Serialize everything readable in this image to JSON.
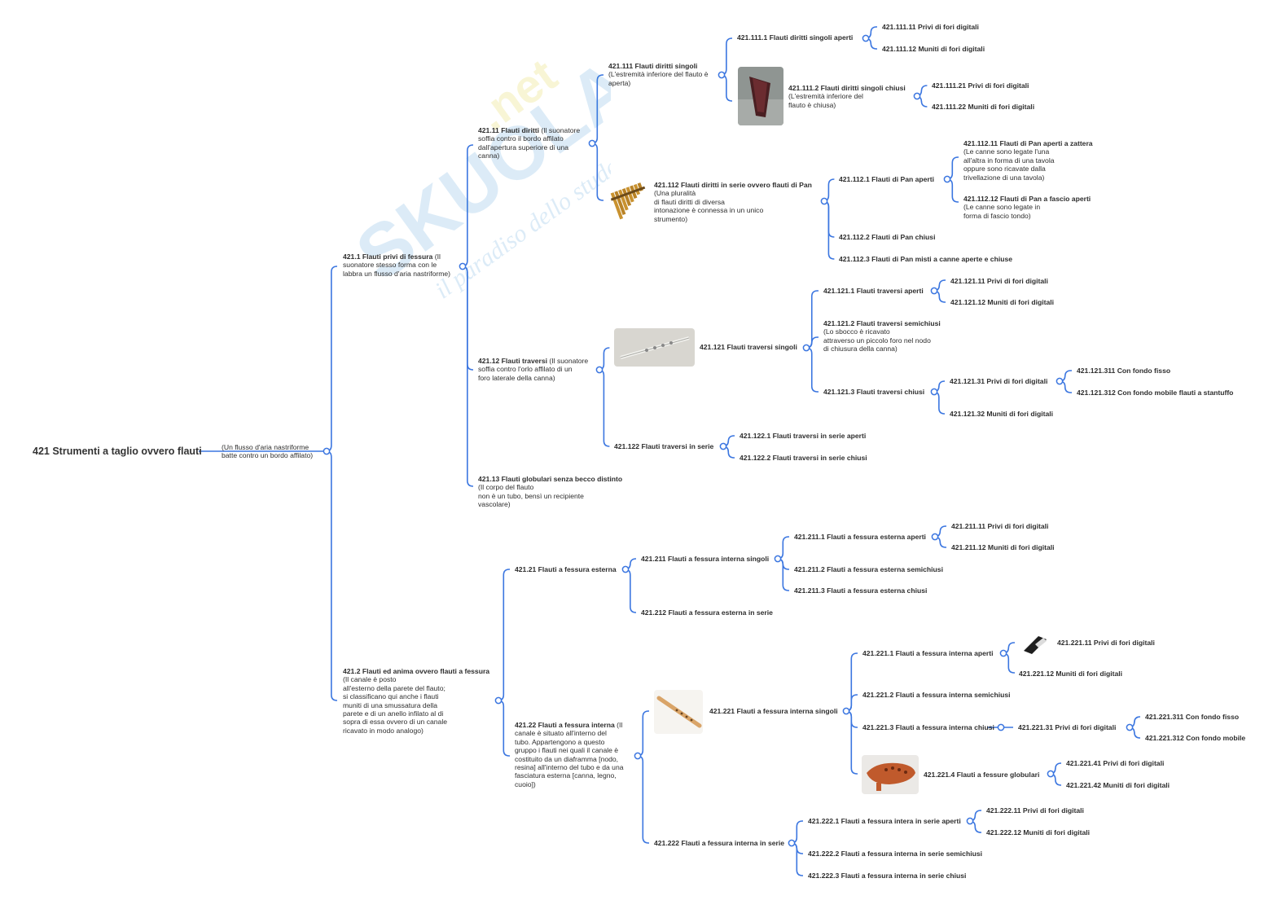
{
  "root": {
    "title": "421 Strumenti a taglio ovvero flauti",
    "desc": [
      "(Un flusso d'aria nastriforme",
      "batte contro un bordo affilato)"
    ]
  },
  "watermark": {
    "brand": "SKUOLA",
    "tld": ".net",
    "tagline": "il paradiso dello studente"
  },
  "nodes": {
    "n421_1": {
      "title": "421.1 Flauti privi di fessura",
      "desc": [
        " (Il",
        "suonatore stesso forma con le",
        "labbra un flusso d'aria nastriforme)"
      ]
    },
    "n421_11": {
      "title": "421.11 Flauti diritti",
      "desc": [
        " (Il suonatore",
        "soffia contro il bordo affilato",
        "dall'apertura superiore di una",
        "canna)"
      ]
    },
    "n421_111": {
      "title": "421.111 Flauti diritti singoli",
      "desc": [
        "(L'estremità inferiore del flauto è",
        "aperta)"
      ]
    },
    "n421_111_1": {
      "title": "421.111.1 Flauti diritti singoli aperti",
      "desc": []
    },
    "n421_111_11": {
      "title": "421.111.11 Privi di fori digitali",
      "desc": []
    },
    "n421_111_12": {
      "title": "421.111.12 Muniti di fori digitali",
      "desc": []
    },
    "n421_111_2": {
      "title": "421.111.2 Flauti diritti singoli chiusi",
      "desc": [
        "(L'estremità inferiore del",
        "flauto è chiusa)"
      ]
    },
    "n421_111_21": {
      "title": "421.111.21 Privi di fori digitali",
      "desc": []
    },
    "n421_111_22": {
      "title": "421.111.22 Muniti di fori digitali",
      "desc": []
    },
    "n421_112": {
      "title": "421.112 Flauti diritti in serie ovvero flauti di Pan",
      "desc": [
        "(Una pluralità",
        "di flauti diritti di diversa",
        "intonazione è connessa in un unico",
        "strumento)"
      ]
    },
    "n421_112_1": {
      "title": "421.112.1 Flauti di Pan aperti",
      "desc": []
    },
    "n421_112_11": {
      "title": "421.112.11 Flauti di Pan aperti a zattera",
      "desc": [
        "(Le canne sono legate l'una",
        "all'altra in forma di una tavola",
        "oppure sono ricavate dalla",
        "trivellazione di una tavola)"
      ]
    },
    "n421_112_12": {
      "title": "421.112.12 Flauti di Pan a fascio aperti",
      "desc": [
        "(Le canne sono legate in",
        "forma di fascio tondo)"
      ]
    },
    "n421_112_2": {
      "title": "421.112.2 Flauti di Pan chiusi",
      "desc": []
    },
    "n421_112_3": {
      "title": "421.112.3 Flauti di Pan misti a canne aperte e chiuse",
      "desc": []
    },
    "n421_12": {
      "title": "421.12 Flauti traversi",
      "desc": [
        " (Il suonatore",
        "soffia contro l'orlo affilato di un",
        "foro laterale della canna)"
      ]
    },
    "n421_121": {
      "title": "421.121 Flauti traversi singoli",
      "desc": []
    },
    "n421_121_1": {
      "title": "421.121.1 Flauti traversi aperti",
      "desc": []
    },
    "n421_121_11": {
      "title": "421.121.11 Privi di fori digitali",
      "desc": []
    },
    "n421_121_12": {
      "title": "421.121.12 Muniti di fori digitali",
      "desc": []
    },
    "n421_121_2": {
      "title": "421.121.2 Flauti traversi semichiusi",
      "desc": [
        "(Lo sbocco è ricavato",
        "attraverso un piccolo foro nel nodo",
        "di chiusura della canna)"
      ]
    },
    "n421_121_3": {
      "title": "421.121.3 Flauti traversi chiusi",
      "desc": []
    },
    "n421_121_31": {
      "title": "421.121.31 Privi di fori digitali",
      "desc": []
    },
    "n421_121_311": {
      "title": "421.121.311 Con fondo fisso",
      "desc": []
    },
    "n421_121_312": {
      "title": "421.121.312 Con fondo mobile flauti a stantuffo",
      "desc": []
    },
    "n421_121_32": {
      "title": "421.121.32 Muniti di fori digitali",
      "desc": []
    },
    "n421_122": {
      "title": "421.122 Flauti traversi in serie",
      "desc": []
    },
    "n421_122_1": {
      "title": "421.122.1 Flauti traversi in serie aperti",
      "desc": []
    },
    "n421_122_2": {
      "title": "421.122.2 Flauti traversi in serie chiusi",
      "desc": []
    },
    "n421_13": {
      "title": "421.13 Flauti globulari senza becco distinto",
      "desc": [
        "(Il corpo del flauto",
        "non è un tubo, bensì un recipiente",
        "vascolare)"
      ]
    },
    "n421_2": {
      "title": "421.2 Flauti ed anima ovvero flauti a fessura",
      "desc": [
        "(Il canale è posto",
        "all'esterno della parete del flauto;",
        "si classificano qui anche i flauti",
        "muniti di una smussatura della",
        "parete e di un anello infilato al di",
        "sopra di essa ovvero di un canale",
        "ricavato in modo analogo)"
      ]
    },
    "n421_21": {
      "title": "421.21 Flauti a fessura esterna",
      "desc": []
    },
    "n421_211": {
      "title": "421.211 Flauti a fessura interna singoli",
      "desc": []
    },
    "n421_211_1": {
      "title": "421.211.1 Flauti a fessura esterna aperti",
      "desc": []
    },
    "n421_211_11": {
      "title": "421.211.11 Privi di fori digitali",
      "desc": []
    },
    "n421_211_12": {
      "title": "421.211.12 Muniti di fori digitali",
      "desc": []
    },
    "n421_211_2": {
      "title": "421.211.2 Flauti a fessura esterna semichiusi",
      "desc": []
    },
    "n421_211_3": {
      "title": "421.211.3 Flauti a fessura esterna chiusi",
      "desc": []
    },
    "n421_212": {
      "title": "421.212 Flauti a fessura esterna in serie",
      "desc": []
    },
    "n421_22": {
      "title": "421.22 Flauti a fessura interna",
      "desc": [
        " (Il",
        "canale è situato all'interno del",
        "tubo. Appartengono a questo",
        "gruppo i flauti nei quali il canale è",
        "costituito da un diaframma [nodo,",
        "resina] all'interno del tubo e da una",
        "fasciatura esterna [canna, legno,",
        "cuoio])"
      ]
    },
    "n421_221": {
      "title": "421.221 Flauti a fessura interna singoli",
      "desc": []
    },
    "n421_221_1": {
      "title": "421.221.1 Flauti a fessura interna aperti",
      "desc": []
    },
    "n421_221_11": {
      "title": "421.221.11 Privi di fori digitali",
      "desc": []
    },
    "n421_221_12": {
      "title": "421.221.12 Muniti di fori digitali",
      "desc": []
    },
    "n421_221_2": {
      "title": "421.221.2 Flauti a fessura interna semichiusi",
      "desc": []
    },
    "n421_221_3": {
      "title": "421.221.3 Flauti a fessura interna chiusi",
      "desc": []
    },
    "n421_221_31": {
      "title": "421.221.31 Privi di fori digitali",
      "desc": []
    },
    "n421_221_311": {
      "title": "421.221.311 Con fondo fisso",
      "desc": []
    },
    "n421_221_312": {
      "title": "421.221.312 Con fondo mobile",
      "desc": []
    },
    "n421_221_4": {
      "title": "421.221.4 Flauti a fessure globulari",
      "desc": []
    },
    "n421_221_41": {
      "title": "421.221.41 Privi di fori digitali",
      "desc": []
    },
    "n421_221_42": {
      "title": "421.221.42 Muniti di fori digitali",
      "desc": []
    },
    "n421_222": {
      "title": "421.222 Flauti a fessura interna in serie",
      "desc": []
    },
    "n421_222_1": {
      "title": "421.222.1 Flauti a fessura intera in serie aperti",
      "desc": []
    },
    "n421_222_11": {
      "title": "421.222.11 Privi di fori digitali",
      "desc": []
    },
    "n421_222_12": {
      "title": "421.222.12 Muniti di fori digitali",
      "desc": []
    },
    "n421_222_2": {
      "title": "421.222.2 Flauti a fessura interna in serie semichiusi",
      "desc": []
    },
    "n421_222_3": {
      "title": "421.222.3 Flauti a fessura interna in serie chiusi",
      "desc": []
    }
  },
  "images": {
    "img_closed_flute": "closed-flute-photo",
    "img_pan_flute": "pan-flute-photo",
    "img_transverse_flute": "transverse-flute-photo",
    "img_whistle": "whistle-photo",
    "img_recorder": "recorder-photo",
    "img_ocarina": "ocarina-photo"
  },
  "colors": {
    "line": "#3b76e0",
    "text": "#2e2e2e"
  }
}
